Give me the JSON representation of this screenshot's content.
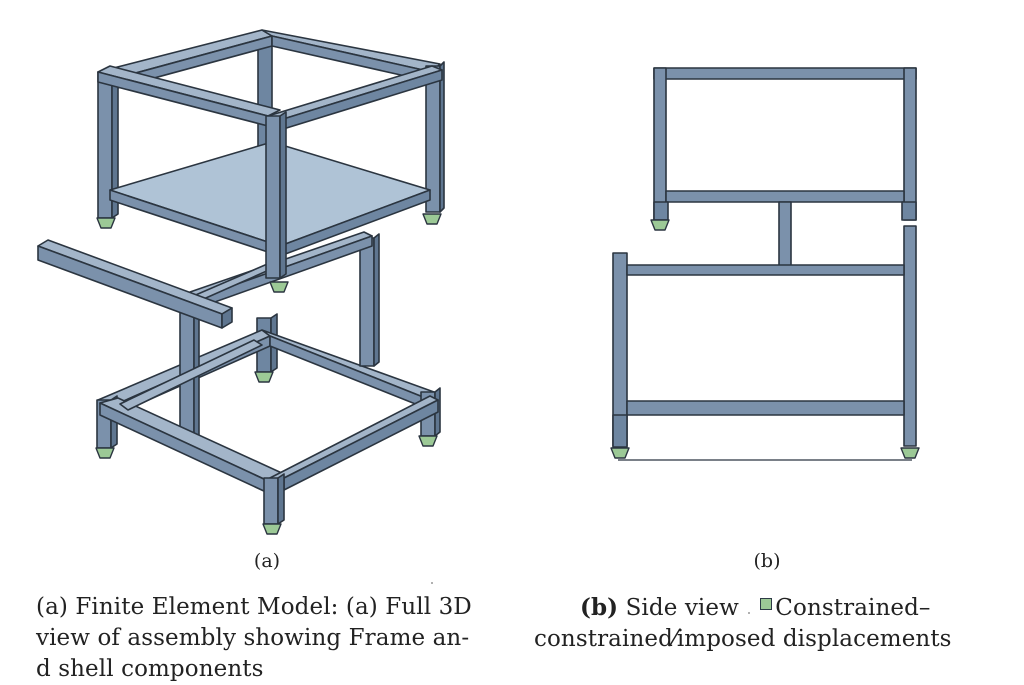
{
  "colors": {
    "frame_fill": "#7b91ab",
    "frame_top": "#a3b5c9",
    "frame_dark": "#5f7690",
    "shell_fill": "#afc3d6",
    "outline": "#2b3540",
    "support_fill": "#9cc996"
  },
  "icons": {
    "support": "support-constraint-icon",
    "legend": "legend-square-icon"
  },
  "figure_a": {
    "sublabel": "(a)"
  },
  "figure_b": {
    "sublabel": "(b)"
  },
  "captions": {
    "a_line1": "(a) Finite Element Model: (a) Full 3D",
    "a_line2": "view of assembly showing Frame an-",
    "a_line3": "d shell components",
    "b_bold": "(b)",
    "b_text1": " Side view ",
    "b_legend": "Constrained–",
    "b_line2": "constrained⁄imposed displacements"
  }
}
